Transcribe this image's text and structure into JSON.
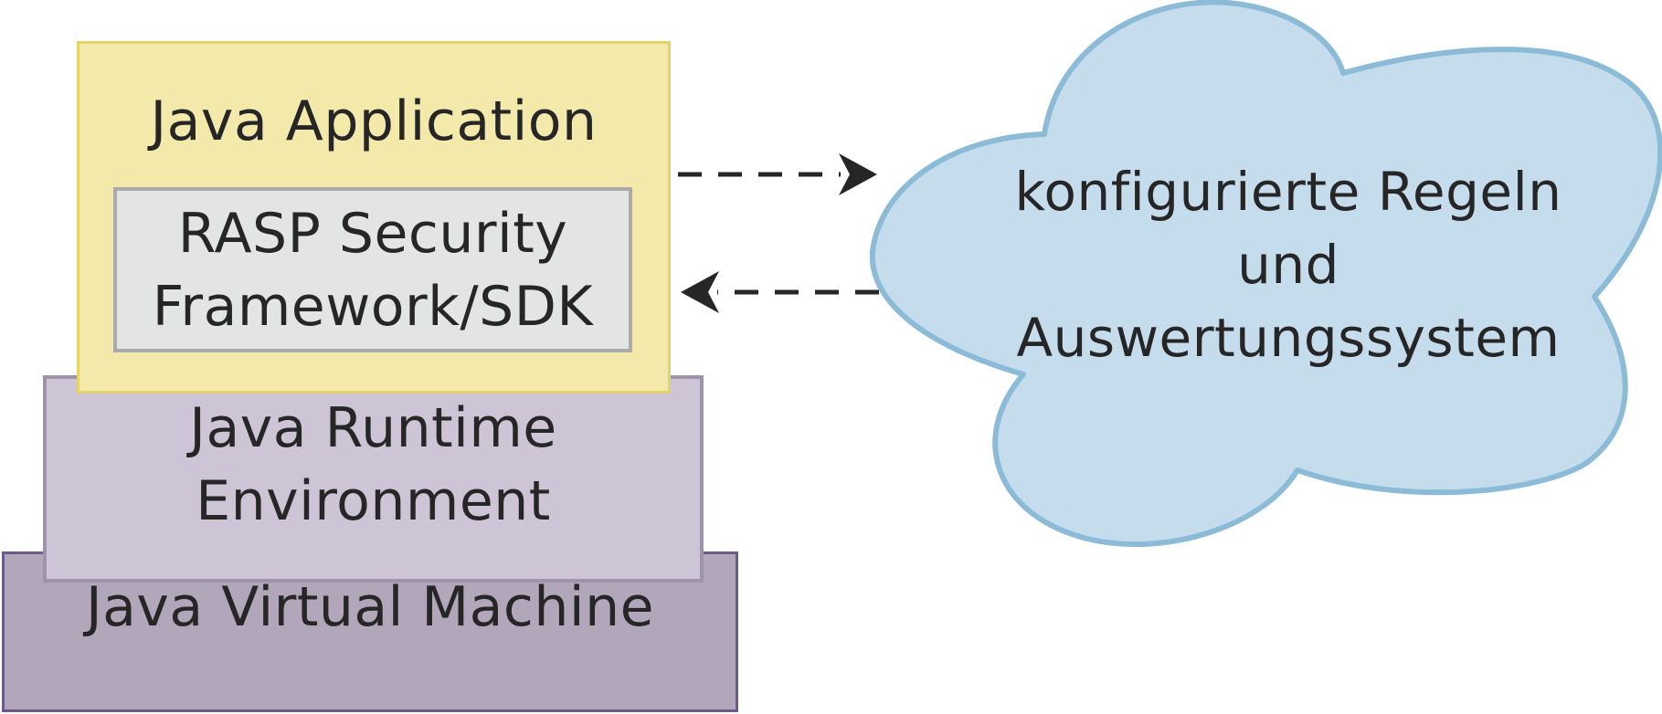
{
  "layers": {
    "application": "Java Application",
    "sdk": [
      "RASP Security",
      "Framework/SDK"
    ],
    "jre": [
      "Java Runtime",
      "Environment"
    ],
    "jvm": "Java Virtual Machine"
  },
  "cloud": {
    "lines": [
      "konfigurierte Regeln",
      "und",
      "Auswertungssystem"
    ]
  },
  "colors": {
    "application_fill": "#f3e9aa",
    "sdk_fill": "#e3e4e4",
    "jre_fill": "#cdc4d6",
    "jvm_fill": "#b2a6ba",
    "cloud_fill": "#c5dcec",
    "cloud_stroke": "#8bbbd6",
    "arrow": "#262626"
  }
}
